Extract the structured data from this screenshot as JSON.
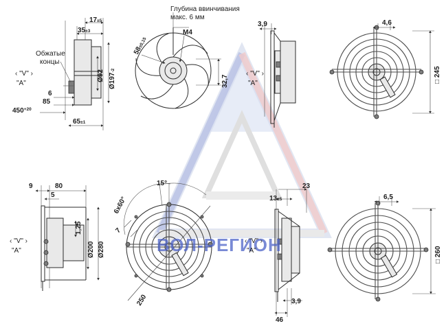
{
  "labels": {
    "depth_note_line1": "Глубина ввинчивания",
    "depth_note_line2": "макс. 6 мм",
    "crimped_ends_line1": "Обжатые",
    "crimped_ends_line2": "концы",
    "v_mark": "\"V\"",
    "a_mark": "\"A\"",
    "watermark": "ВОЛ-РЕГИОН"
  },
  "top_dims": {
    "d17": "17",
    "d17_tol": "±5",
    "d35": "35",
    "d35_tol": "±3",
    "d6": "6",
    "d85": "85",
    "d450": "450",
    "d450_tol": "+20",
    "d65": "65",
    "d65_tol": "±1",
    "d92": "Ø92",
    "d197": "Ø197",
    "d197_tol": "-2",
    "d58": "58",
    "d58_tol": "±0,15",
    "m4": "M4",
    "d32_7": "32,7",
    "d3_9_top": "3,9",
    "d4_6": "4,6",
    "d245": "□ 245"
  },
  "bottom_dims": {
    "d9": "9",
    "d80": "80",
    "d5": "5",
    "d1_25": "1,25",
    "d200": "Ø200",
    "d280": "Ø280",
    "d6x60": "6x60°",
    "d15": "15°",
    "d7": "7",
    "d250": "250",
    "d23": "23",
    "d13": "13",
    "d13_tol": "±5",
    "d46": "46",
    "d3_9_bottom": "3,9",
    "d6_5": "6,5",
    "d260": "□ 260"
  }
}
